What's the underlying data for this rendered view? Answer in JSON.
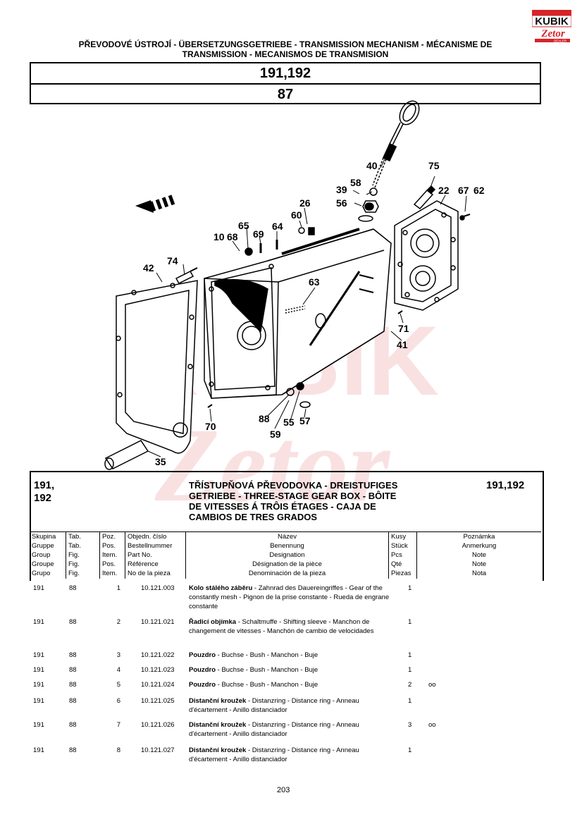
{
  "brand": {
    "name": "KUBIK",
    "sub": "Zetor",
    "tag": "DEALER"
  },
  "header": {
    "title_line1": "PŘEVODOVÉ ÚSTROJÍ - ÜBERSETZUNGSGETRIEBE - TRANSMISSION MECHANISM - MÉCANISME DE",
    "title_line2": "TRANSMISSION - MECANISMOS DE TRANSMISION",
    "models": "191,192",
    "table_no": "87"
  },
  "diagram_labels": [
    "40",
    "75",
    "58",
    "39",
    "22",
    "67",
    "62",
    "56",
    "26",
    "60",
    "65",
    "69",
    "64",
    "10",
    "68",
    "74",
    "42",
    "63",
    "71",
    "41",
    "70",
    "88",
    "55",
    "57",
    "59",
    "35"
  ],
  "section": {
    "group": "191,\n192",
    "title": "TŘÍSTUPŇOVÁ PŘEVODOVKA - DREISTUFIGES GETRIEBE - THREE-STAGE GEAR BOX - BÔITE DE VITESSES Á TRÔIS ÉTAGES - CAJA DE CAMBIOS DE TRES GRADOS",
    "models": "191,192"
  },
  "columns": {
    "group": [
      "Skupina",
      "Gruppe",
      "Group",
      "Groupe",
      "Grupo"
    ],
    "tab": [
      "Tab.",
      "Tab.",
      "Fig.",
      "Fig.",
      "Fig."
    ],
    "pos": [
      "Poz.",
      "Pos.",
      "Item.",
      "Pos.",
      "Item."
    ],
    "partno": [
      "Objedn. číslo",
      "Bestellnummer",
      "Part No.",
      "Référence",
      "No de la pieza"
    ],
    "name": [
      "Název",
      "Benennung",
      "Designation",
      "Désignation de la pièce",
      "Denominación de la pieza"
    ],
    "qty": [
      "Kusy",
      "Stück",
      "Pcs",
      "Qté",
      "Piezas"
    ],
    "note": [
      "Poznámka",
      "Anmerkung",
      "Note",
      "Note",
      "Nota"
    ]
  },
  "rows": [
    {
      "group": "191",
      "tab": "88",
      "pos": "1",
      "part": "10.121.003",
      "name_bold": "Kolo stálého záběru",
      "name_rest": " - Zahnrad des Dauereingriffes - Gear of the constantly mesh - Pignon de la prise constante - Rueda de engrane constante",
      "qty": "1",
      "note": ""
    },
    {
      "group": "191",
      "tab": "88",
      "pos": "2",
      "part": "10.121.021",
      "name_bold": "Řadicí objímka",
      "name_rest": " - Schaltmuffe - Shifting sleeve - Manchon de changement de vitesses - Manchón de cambio de velocidades",
      "qty": "1",
      "note": ""
    },
    {
      "group": "191",
      "tab": "88",
      "pos": "3",
      "part": "10.121.022",
      "name_bold": "Pouzdro",
      "name_rest": " - Buchse - Bush - Manchon - Buje",
      "qty": "1",
      "note": ""
    },
    {
      "group": "191",
      "tab": "88",
      "pos": "4",
      "part": "10.121.023",
      "name_bold": "Pouzdro",
      "name_rest": " - Buchse - Bush - Manchon - Buje",
      "qty": "1",
      "note": ""
    },
    {
      "group": "191",
      "tab": "88",
      "pos": "5",
      "part": "10.121.024",
      "name_bold": "Pouzdro",
      "name_rest": " - Buchse - Bush - Manchon - Buje",
      "qty": "2",
      "note": "oo"
    },
    {
      "group": "191",
      "tab": "88",
      "pos": "6",
      "part": "10.121.025",
      "name_bold": "Distanční kroužek",
      "name_rest": " - Distanzring - Distance ring - Anneau d'écartement - Anillo distanciador",
      "qty": "1",
      "note": ""
    },
    {
      "group": "191",
      "tab": "88",
      "pos": "7",
      "part": "10.121.026",
      "name_bold": "Distanční kroužek",
      "name_rest": " - Distanzring - Distance ring - Anneau d'écartement - Anillo distanciador",
      "qty": "3",
      "note": "oo"
    },
    {
      "group": "191",
      "tab": "88",
      "pos": "8",
      "part": "10.121.027",
      "name_bold": "Distanční kroužek",
      "name_rest": " - Distanzring - Distance ring - Anneau d'écartement - Anillo distanciador",
      "qty": "1",
      "note": ""
    }
  ],
  "page_number": "203"
}
